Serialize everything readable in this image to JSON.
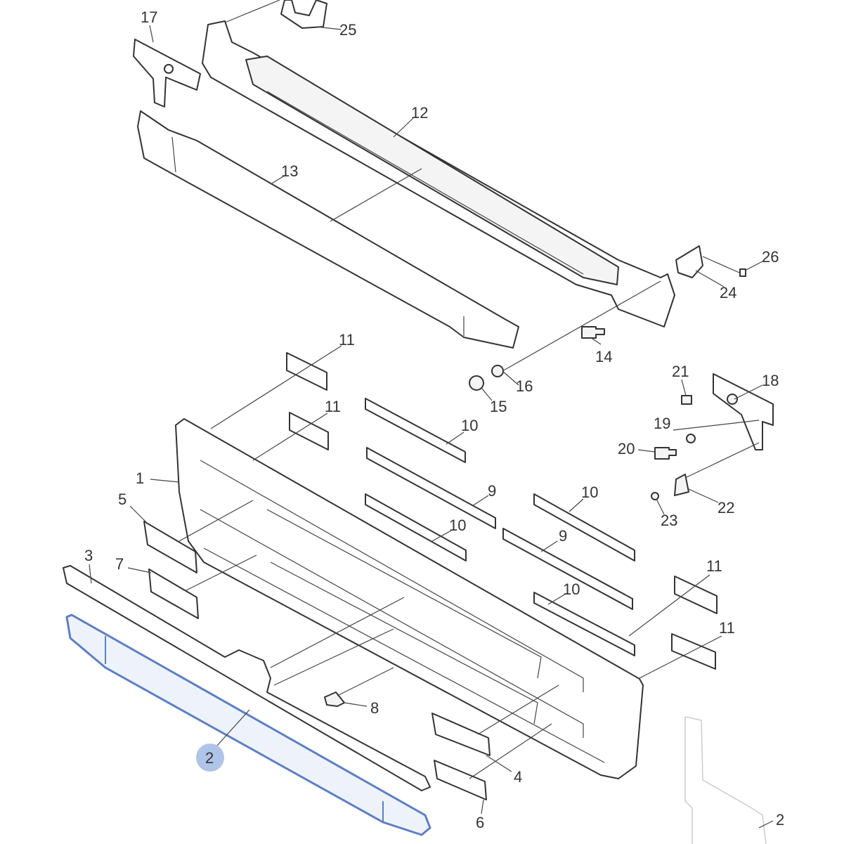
{
  "diagram": {
    "title_hidden": null,
    "highlight_color": "#5b7fc7",
    "selected_part": "2",
    "callouts": [
      "17",
      "25",
      "12",
      "13",
      "26",
      "24",
      "14",
      "11",
      "16",
      "15",
      "21",
      "18",
      "11",
      "10",
      "19",
      "20",
      "1",
      "9",
      "10",
      "5",
      "22",
      "10",
      "23",
      "9",
      "3",
      "7",
      "11",
      "10",
      "11",
      "8",
      "2",
      "4",
      "6",
      "2"
    ]
  }
}
